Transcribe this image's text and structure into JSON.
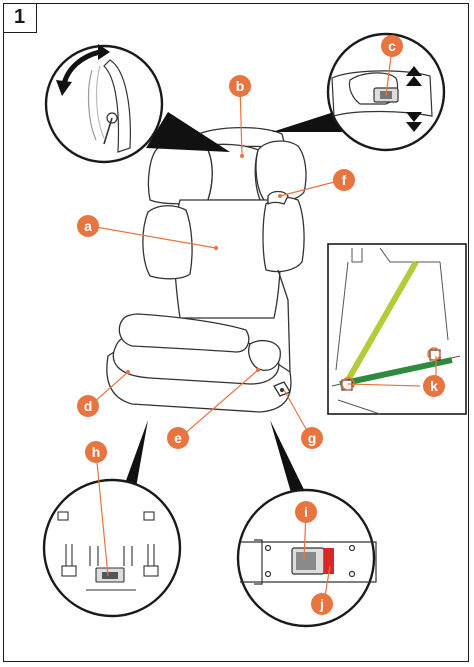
{
  "figure_number": "1",
  "colors": {
    "line": "#333333",
    "callout": "#e8743f",
    "belt_diagonal": "#b5cc3a",
    "belt_lap": "#2e8b3e",
    "release_red": "#d9262a"
  },
  "labels": {
    "a": "a",
    "b": "b",
    "c": "c",
    "d": "d",
    "e": "e",
    "f": "f",
    "g": "g",
    "h": "h",
    "i": "i",
    "j": "j",
    "k": "k"
  },
  "icons": {
    "rotate": "curved-rotation-arrow-icon",
    "height_up": "double-up-arrow-icon",
    "height_down": "double-down-arrow-icon"
  }
}
